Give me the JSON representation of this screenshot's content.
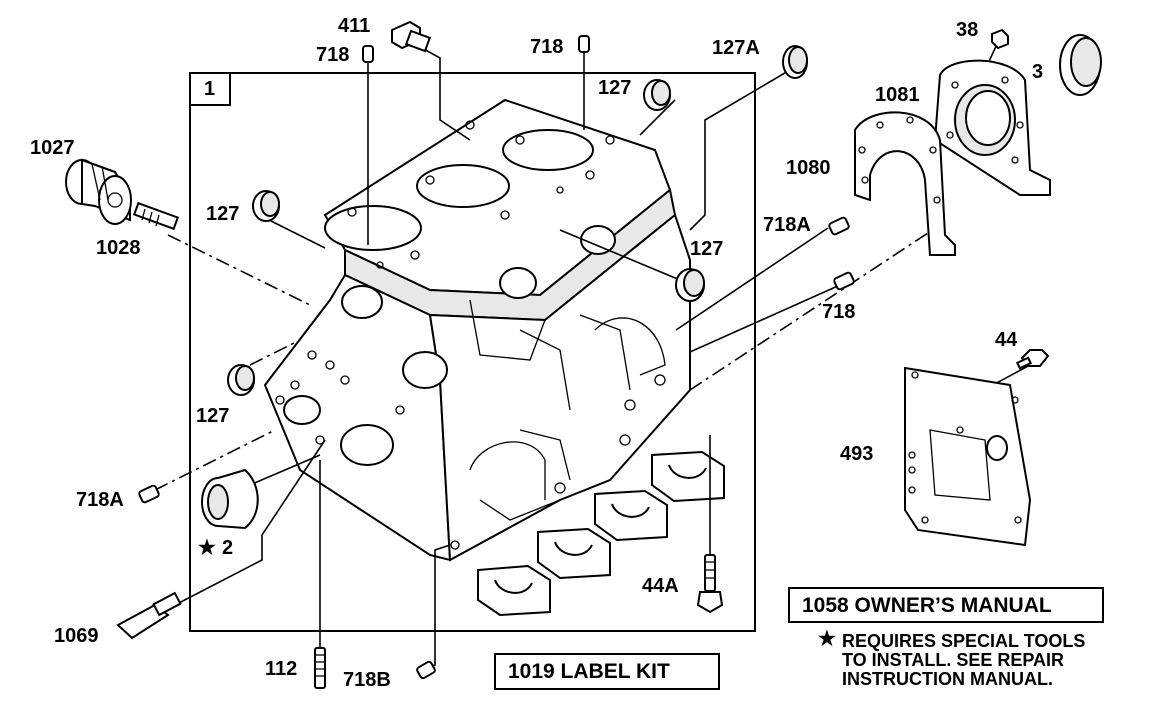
{
  "labels": {
    "p411": "411",
    "p718_top_left": "718",
    "p718_top_mid": "718",
    "p127A": "127A",
    "p38": "38",
    "p3": "3",
    "p1081": "1081",
    "p1027": "1027",
    "p127_top": "127",
    "p1080": "1080",
    "p127_left": "127",
    "p718A_right": "718A",
    "p1028": "1028",
    "p127_right": "127",
    "p718_right": "718",
    "p44": "44",
    "p127_lower": "127",
    "p493": "493",
    "p718A_left": "718A",
    "p2": "2",
    "p44A": "44A",
    "p1069": "1069",
    "p112": "112",
    "p718B": "718B"
  },
  "frame": {
    "number": "1"
  },
  "boxes": {
    "owners_manual": "1058 OWNER’S MANUAL",
    "label_kit": "1019 LABEL KIT"
  },
  "note": {
    "star": "★",
    "line1": "REQUIRES SPECIAL TOOLS",
    "line2": "TO INSTALL.  SEE REPAIR",
    "line3": "INSTRUCTION MANUAL."
  },
  "star_symbol": "★"
}
